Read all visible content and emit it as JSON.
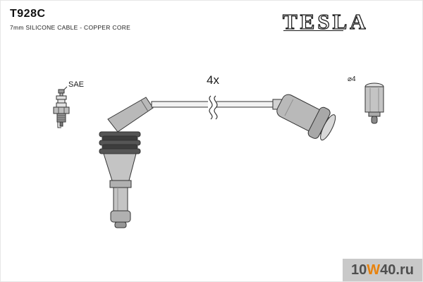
{
  "header": {
    "part_number": "T928C",
    "subtitle": "7mm SILICONE CABLE - COPPER CORE"
  },
  "logo": {
    "brand": "TESLA"
  },
  "diagram": {
    "labels": {
      "sae": "SAE",
      "quantity": "4x",
      "diameter": "⌀4"
    }
  },
  "watermark": {
    "prefix": "10",
    "highlight": "W",
    "suffix": "40.ru"
  },
  "colors": {
    "watermark_bar": "#c9c9c9",
    "watermark_text": "#4f4f4f",
    "watermark_highlight": "#e8820c",
    "line_art": "#333333",
    "fill_gray": "#c4c4c4"
  }
}
